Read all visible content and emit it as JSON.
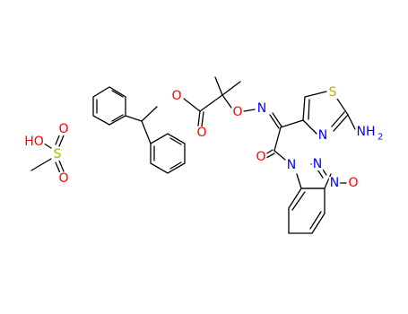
{
  "colors": {
    "bond": "#000000",
    "oxygen": "#ff0000",
    "nitrogen": "#0000ff",
    "sulfur": "#b3b300",
    "carbon_hydrogen": "#000000"
  },
  "molecule_main": {
    "atoms": {
      "ester_o": "O",
      "carbonyl_o": "O",
      "oxime_o": "O",
      "oxime_n": "N",
      "thiazole_s": "S",
      "thiazole_n": "N",
      "amine": "NH",
      "amine_sub": "2",
      "ketone_o": "O",
      "bt_n1": "N",
      "bt_n2": "N",
      "bt_n3": "N",
      "n_oxide_o": "O"
    }
  },
  "molecule_salt": {
    "atoms": {
      "ho": "HO",
      "s": "S",
      "o_top": "O",
      "o_bottom": "O"
    }
  }
}
